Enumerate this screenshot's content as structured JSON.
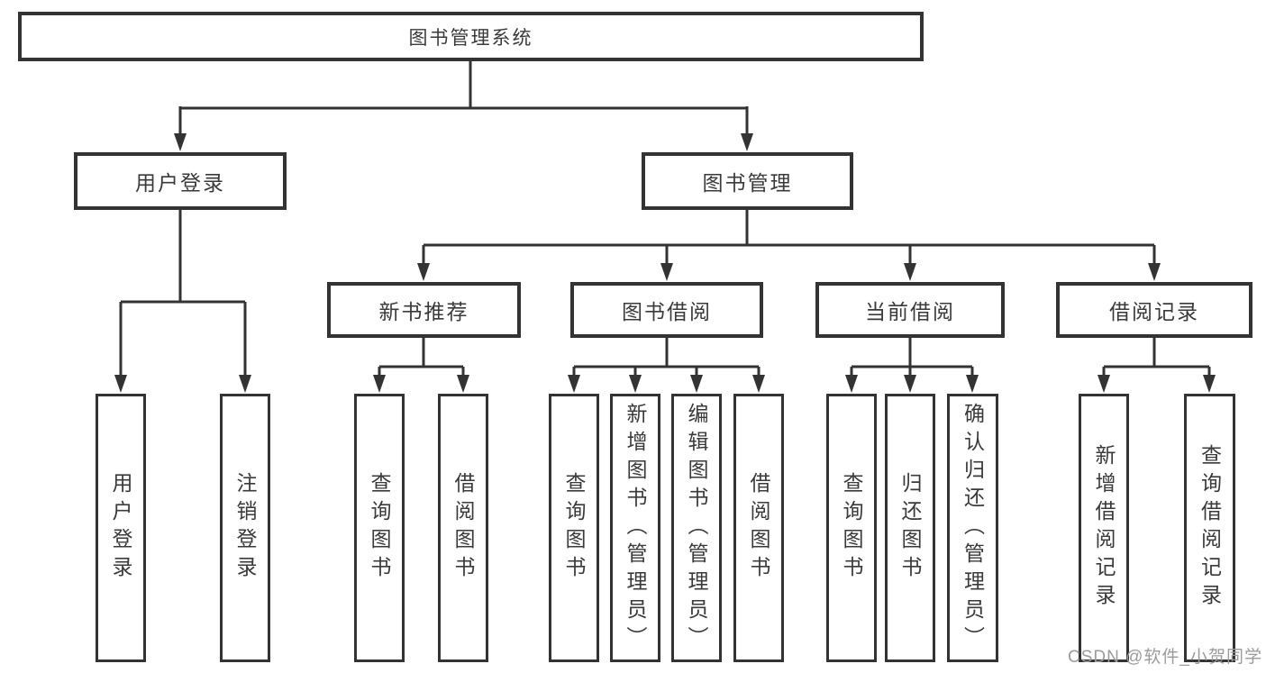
{
  "tree": {
    "label": "图书管理系统",
    "children": [
      {
        "label": "用户登录",
        "children": [
          {
            "label": "用户登录"
          },
          {
            "label": "注销登录"
          }
        ]
      },
      {
        "label": "图书管理",
        "children": [
          {
            "label": "新书推荐",
            "children": [
              {
                "label": "查询图书"
              },
              {
                "label": "借阅图书"
              }
            ]
          },
          {
            "label": "图书借阅",
            "children": [
              {
                "label": "查询图书"
              },
              {
                "label": "新增图书（管理员）"
              },
              {
                "label": "编辑图书（管理员）"
              },
              {
                "label": "借阅图书"
              }
            ]
          },
          {
            "label": "当前借阅",
            "children": [
              {
                "label": "查询图书"
              },
              {
                "label": "归还图书"
              },
              {
                "label": "确认归还（管理员）"
              }
            ]
          },
          {
            "label": "借阅记录",
            "children": [
              {
                "label": "新增借阅记录"
              },
              {
                "label": "查询借阅记录"
              }
            ]
          }
        ]
      }
    ]
  },
  "watermark": {
    "text": "CSDN @软件_小贺同学"
  },
  "colors": {
    "line": "#333333",
    "box_border": "#333333",
    "text": "#3a3a3a",
    "background": "#ffffff",
    "watermark": "#9b9b9b"
  }
}
